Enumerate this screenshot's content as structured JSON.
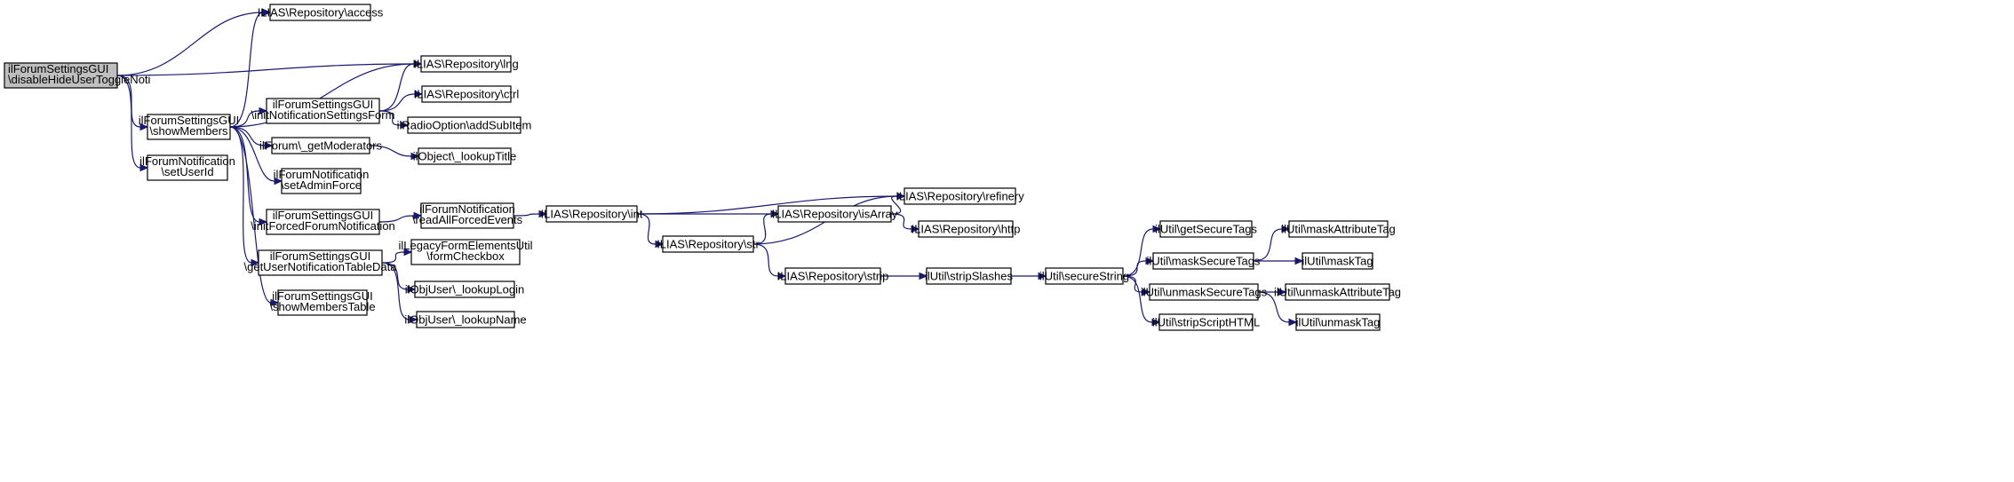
{
  "colors": {
    "edge": "#191970",
    "node_fill": "#ffffff",
    "node_border": "#000000",
    "root_fill": "#bfbfbf",
    "missing_border": "#ff0000"
  },
  "nodes": [
    {
      "id": "root",
      "lines": [
        "ilForumSettingsGUI",
        "\\disableHideUserToggleNoti"
      ],
      "style": "root"
    },
    {
      "id": "access",
      "lines": [
        "ILIAS\\Repository\\access"
      ]
    },
    {
      "id": "lng",
      "lines": [
        "ILIAS\\Repository\\lng"
      ]
    },
    {
      "id": "showMembers",
      "lines": [
        "ilForumSettingsGUI",
        "\\showMembers"
      ]
    },
    {
      "id": "setUserId",
      "lines": [
        "ilForumNotification",
        "\\setUserId"
      ]
    },
    {
      "id": "initNotif",
      "lines": [
        "ilForumSettingsGUI",
        "\\initNotificationSettingsForm"
      ]
    },
    {
      "id": "ctrl",
      "lines": [
        "ILIAS\\Repository\\ctrl"
      ]
    },
    {
      "id": "addSubItem",
      "lines": [
        "ilRadioOption\\addSubItem"
      ]
    },
    {
      "id": "getModerators",
      "lines": [
        "ilForum\\_getModerators"
      ]
    },
    {
      "id": "lookupTitle",
      "lines": [
        "ilObject\\_lookupTitle"
      ]
    },
    {
      "id": "setAdminForce",
      "lines": [
        "ilForumNotification",
        "\\setAdminForce"
      ]
    },
    {
      "id": "initForced",
      "lines": [
        "ilForumSettingsGUI",
        "\\initForcedForumNotification"
      ]
    },
    {
      "id": "readAllForced",
      "lines": [
        "ilForumNotification",
        "\\readAllForcedEvents"
      ]
    },
    {
      "id": "int",
      "lines": [
        "ILIAS\\Repository\\int"
      ]
    },
    {
      "id": "refinery",
      "lines": [
        "ILIAS\\Repository\\refinery"
      ]
    },
    {
      "id": "isArray",
      "lines": [
        "ILIAS\\Repository\\isArray"
      ]
    },
    {
      "id": "http",
      "lines": [
        "ILIAS\\Repository\\http"
      ]
    },
    {
      "id": "str",
      "lines": [
        "ILIAS\\Repository\\str"
      ]
    },
    {
      "id": "getUserNotif",
      "lines": [
        "ilForumSettingsGUI",
        "\\getUserNotificationTableData"
      ]
    },
    {
      "id": "formCheckbox",
      "lines": [
        "ilLegacyFormElementsUtil",
        "\\formCheckbox"
      ]
    },
    {
      "id": "lookupLogin",
      "lines": [
        "ilObjUser\\_lookupLogin"
      ]
    },
    {
      "id": "lookupName",
      "lines": [
        "ilObjUser\\_lookupName"
      ]
    },
    {
      "id": "showMembersTable",
      "lines": [
        "ilForumSettingsGUI",
        "\\showMembersTable"
      ]
    },
    {
      "id": "strip",
      "lines": [
        "ILIAS\\Repository\\strip"
      ]
    },
    {
      "id": "stripSlashes",
      "lines": [
        "ilUtil\\stripSlashes"
      ]
    },
    {
      "id": "secureString",
      "lines": [
        "ilUtil\\secureString"
      ]
    },
    {
      "id": "getSecureTags",
      "lines": [
        "ilUtil\\getSecureTags"
      ]
    },
    {
      "id": "maskSecureTags",
      "lines": [
        "ilUtil\\maskSecureTags"
      ]
    },
    {
      "id": "unmaskSecureTags",
      "lines": [
        "ilUtil\\unmaskSecureTags"
      ]
    },
    {
      "id": "stripScriptHTML",
      "lines": [
        "ilUtil\\stripScriptHTML"
      ]
    },
    {
      "id": "maskAttributeTag",
      "lines": [
        "ilUtil\\maskAttributeTag"
      ]
    },
    {
      "id": "maskTag",
      "lines": [
        "ilUtil\\maskTag"
      ]
    },
    {
      "id": "unmaskAttributeTag",
      "lines": [
        "ilUtil\\unmaskAttributeTag"
      ],
      "style": "missing"
    },
    {
      "id": "unmaskTag",
      "lines": [
        "ilUtil\\unmaskTag"
      ]
    }
  ],
  "edges": [
    [
      "root",
      "access"
    ],
    [
      "root",
      "lng"
    ],
    [
      "root",
      "showMembers"
    ],
    [
      "root",
      "setUserId"
    ],
    [
      "showMembers",
      "access"
    ],
    [
      "showMembers",
      "lng"
    ],
    [
      "showMembers",
      "initNotif"
    ],
    [
      "showMembers",
      "getModerators"
    ],
    [
      "showMembers",
      "setAdminForce"
    ],
    [
      "showMembers",
      "initForced"
    ],
    [
      "showMembers",
      "getUserNotif"
    ],
    [
      "showMembers",
      "showMembersTable"
    ],
    [
      "initNotif",
      "lng"
    ],
    [
      "initNotif",
      "ctrl"
    ],
    [
      "initNotif",
      "addSubItem"
    ],
    [
      "getModerators",
      "lookupTitle"
    ],
    [
      "initForced",
      "readAllForced"
    ],
    [
      "readAllForced",
      "int"
    ],
    [
      "int",
      "refinery"
    ],
    [
      "int",
      "isArray"
    ],
    [
      "int",
      "str"
    ],
    [
      "isArray",
      "refinery"
    ],
    [
      "isArray",
      "http"
    ],
    [
      "str",
      "refinery"
    ],
    [
      "str",
      "isArray"
    ],
    [
      "str",
      "strip"
    ],
    [
      "getUserNotif",
      "formCheckbox"
    ],
    [
      "getUserNotif",
      "lookupLogin"
    ],
    [
      "getUserNotif",
      "lookupName"
    ],
    [
      "strip",
      "stripSlashes"
    ],
    [
      "stripSlashes",
      "secureString"
    ],
    [
      "secureString",
      "getSecureTags"
    ],
    [
      "secureString",
      "maskSecureTags"
    ],
    [
      "secureString",
      "unmaskSecureTags"
    ],
    [
      "secureString",
      "stripScriptHTML"
    ],
    [
      "maskSecureTags",
      "maskAttributeTag"
    ],
    [
      "maskSecureTags",
      "maskTag"
    ],
    [
      "unmaskSecureTags",
      "unmaskAttributeTag"
    ],
    [
      "unmaskSecureTags",
      "unmaskTag"
    ]
  ]
}
